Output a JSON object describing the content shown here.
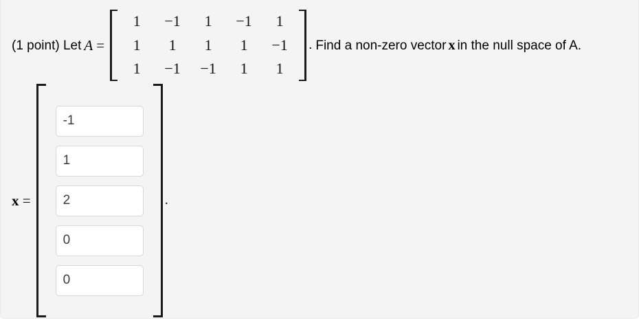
{
  "panel": {
    "background_color": "#f4f4f4",
    "border_color": "#e9e9e9"
  },
  "statement": {
    "points_label": "(1 point) Let",
    "matrix_name": "A",
    "equals": "=",
    "after_matrix_punct": ".",
    "sentence_part_1": "Find a non-zero vector",
    "vector_symbol": "x",
    "sentence_part_2": "in the null space of A."
  },
  "matrix_a": {
    "rows": 3,
    "cols": 5,
    "values": [
      [
        "1",
        "−1",
        "1",
        "−1",
        "1"
      ],
      [
        "1",
        "1",
        "1",
        "1",
        "−1"
      ],
      [
        "1",
        "−1",
        "−1",
        "1",
        "1"
      ]
    ]
  },
  "answer": {
    "label_symbol": "x",
    "label_equals": "=",
    "trailing_punct": ".",
    "inputs": [
      {
        "name": "x1",
        "value": "-1",
        "placeholder": ""
      },
      {
        "name": "x2",
        "value": "1",
        "placeholder": ""
      },
      {
        "name": "x3",
        "value": "2",
        "placeholder": ""
      },
      {
        "name": "x4",
        "value": "0",
        "placeholder": ""
      },
      {
        "name": "x5",
        "value": "0",
        "placeholder": ""
      }
    ]
  }
}
